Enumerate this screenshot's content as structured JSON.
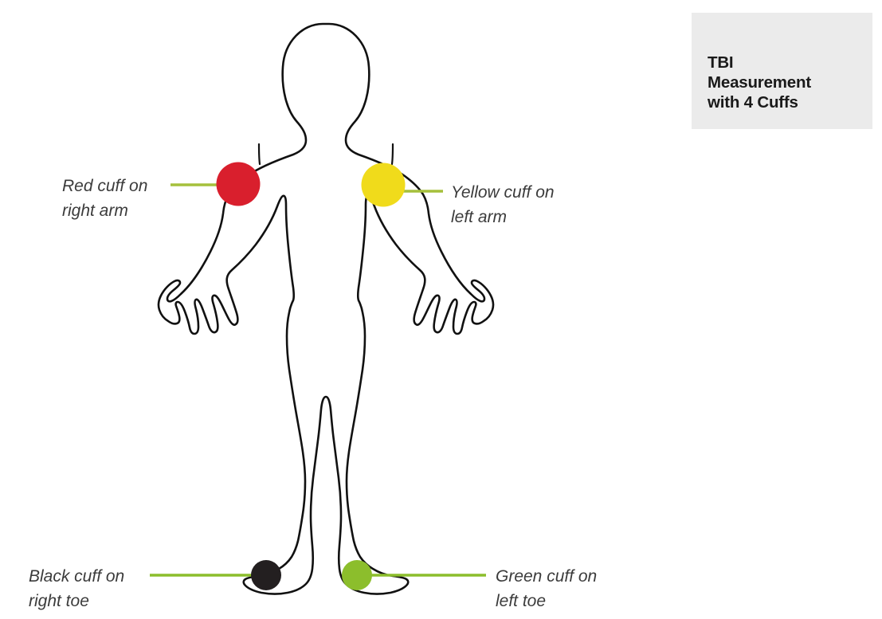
{
  "title_card": {
    "text": "TBI\nMeasurement\nwith 4 Cuffs",
    "background": "#ebebeb",
    "text_color": "#1a1a1a"
  },
  "diagram": {
    "subject": "human-body-outline-front-view",
    "outline_color": "#111111",
    "background": "#ffffff"
  },
  "callouts": [
    {
      "id": "red-cuff-right-arm",
      "label": "Red cuff on\nright arm",
      "cuff_color": "#D91F2D",
      "leader_color": "#A5C03C",
      "site": "right arm"
    },
    {
      "id": "yellow-cuff-left-arm",
      "label": "Yellow cuff on\nleft arm",
      "cuff_color": "#F0DB1B",
      "leader_color": "#A5C03C",
      "site": "left arm"
    },
    {
      "id": "black-cuff-right-toe",
      "label": "Black cuff on\nright toe",
      "cuff_color": "#231F20",
      "leader_color": "#8CBE2C",
      "site": "right toe"
    },
    {
      "id": "green-cuff-left-toe",
      "label": "Green cuff on\nleft toe",
      "cuff_color": "#8CBE2C",
      "leader_color": "#8CBE2C",
      "site": "left toe"
    }
  ]
}
